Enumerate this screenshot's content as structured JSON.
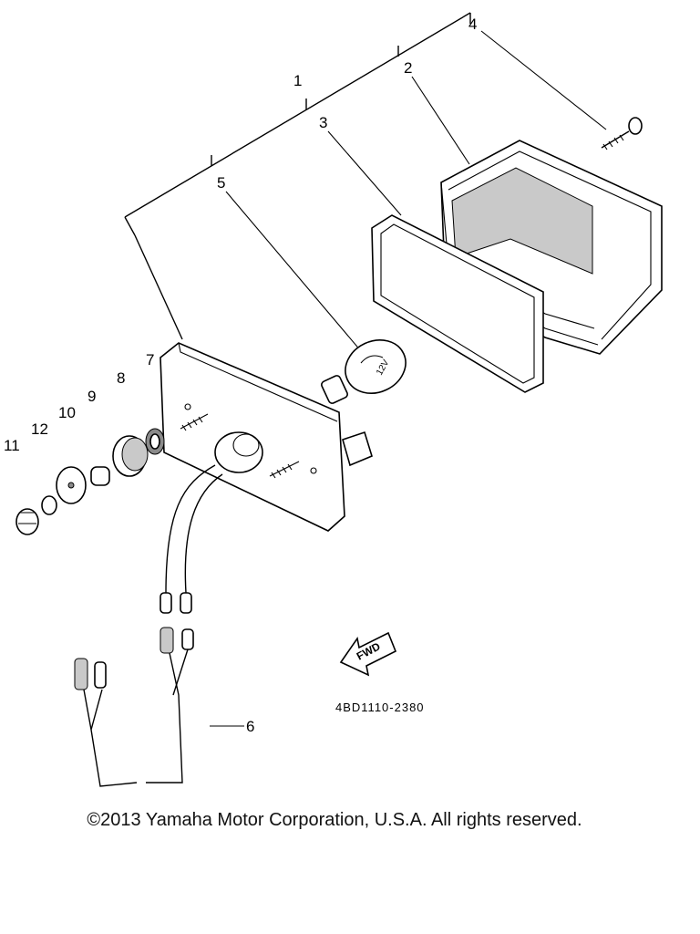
{
  "diagram": {
    "callouts": [
      {
        "id": "1",
        "label": "1"
      },
      {
        "id": "2",
        "label": "2"
      },
      {
        "id": "3",
        "label": "3"
      },
      {
        "id": "4",
        "label": "4"
      },
      {
        "id": "5",
        "label": "5"
      },
      {
        "id": "6",
        "label": "6"
      },
      {
        "id": "7",
        "label": "7"
      },
      {
        "id": "8",
        "label": "8"
      },
      {
        "id": "9",
        "label": "9"
      },
      {
        "id": "10",
        "label": "10"
      },
      {
        "id": "11",
        "label": "11"
      },
      {
        "id": "12",
        "label": "12"
      }
    ],
    "diagram_code": "4BD1110-2380",
    "fwd_label": "FWD"
  },
  "footer": {
    "copyright": "©2013 Yamaha Motor Corporation, U.S.A. All rights reserved."
  }
}
